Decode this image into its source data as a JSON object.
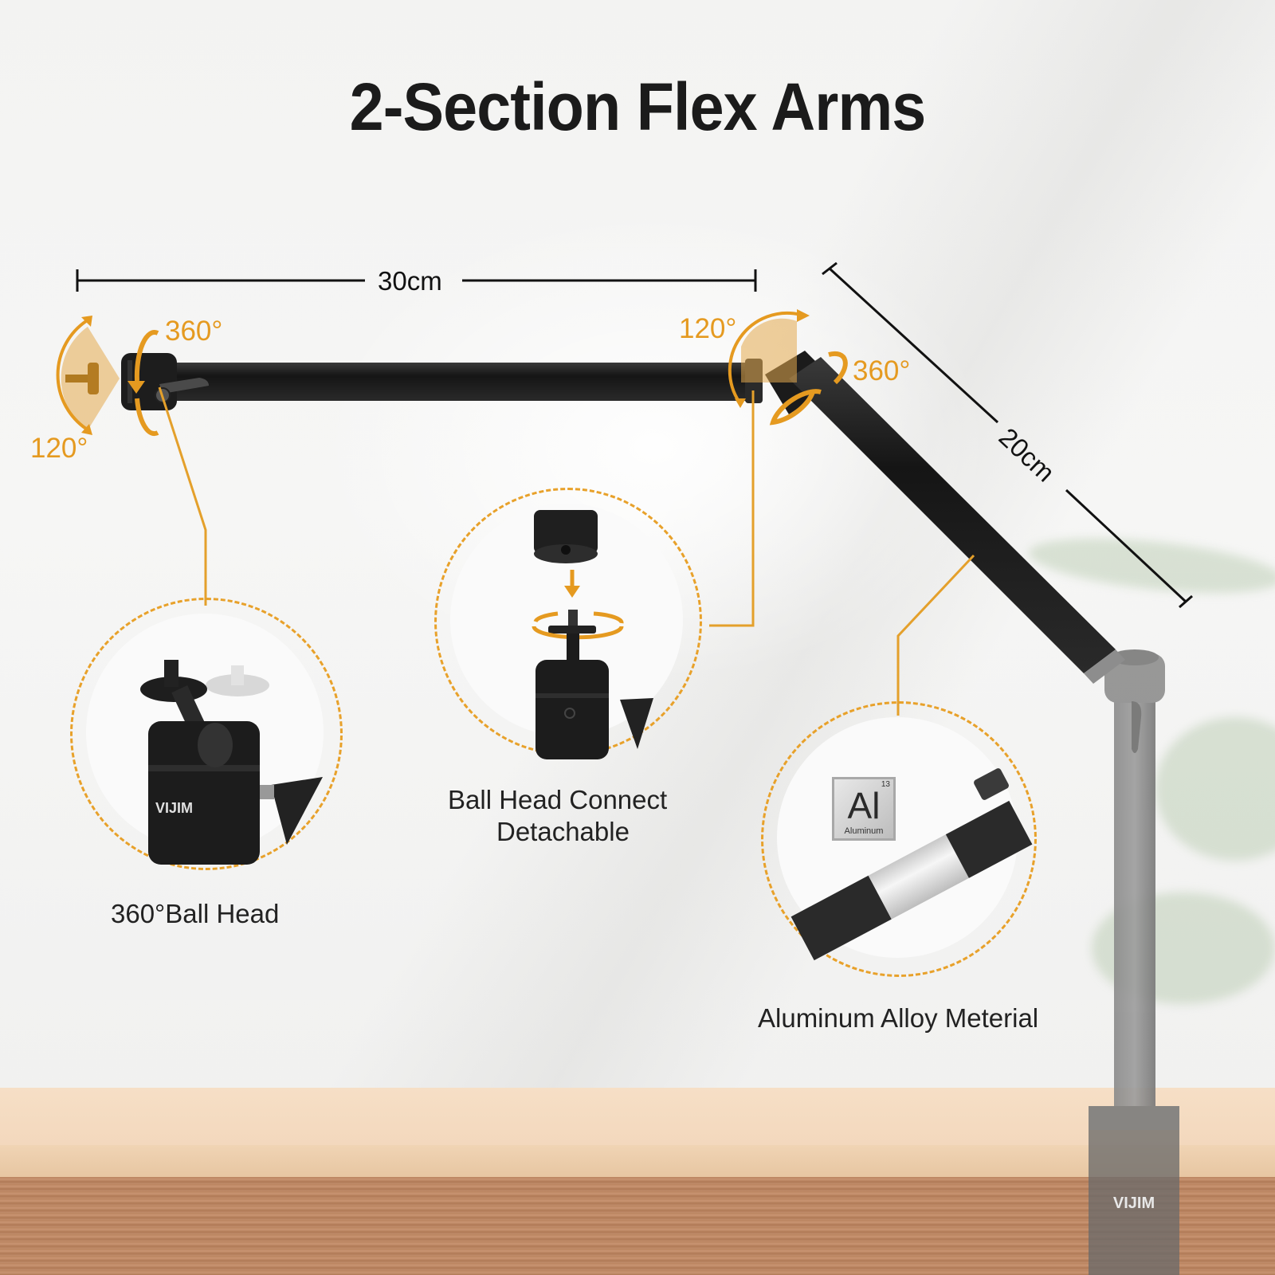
{
  "title": "2-Section Flex Arms",
  "dimensions": {
    "long_arm": "30cm",
    "short_arm": "20cm"
  },
  "rotation_labels": {
    "left_tilt": "120°",
    "left_rotate": "360°",
    "joint_tilt": "120°",
    "joint_rotate": "360°"
  },
  "callouts": [
    {
      "label": "360°Ball Head"
    },
    {
      "label_line1": "Ball Head Connect",
      "label_line2": "Detachable"
    },
    {
      "label": "Aluminum Alloy Meterial"
    }
  ],
  "element_badge": {
    "symbol": "Al",
    "number": "13",
    "name": "Aluminum"
  },
  "brand": "VIJIM",
  "colors": {
    "accent": "#e59a20",
    "arm": "#1e1e1e",
    "text": "#222222"
  }
}
